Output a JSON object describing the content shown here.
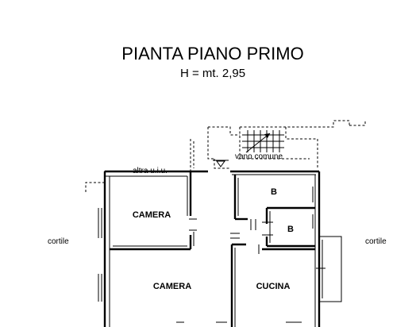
{
  "title": "PIANTA PIANO PRIMO",
  "subtitle": "H = mt. 2,95",
  "labels": {
    "altra_uiu": "altra u.i.u.",
    "vano_comune": "vano comune",
    "cortile_left": "cortile",
    "cortile_right": "cortile"
  },
  "rooms": {
    "camera_top": "CAMERA",
    "camera_bottom": "CAMERA",
    "cucina": "CUCINA",
    "bagno_1": "B",
    "bagno_2": "B"
  }
}
